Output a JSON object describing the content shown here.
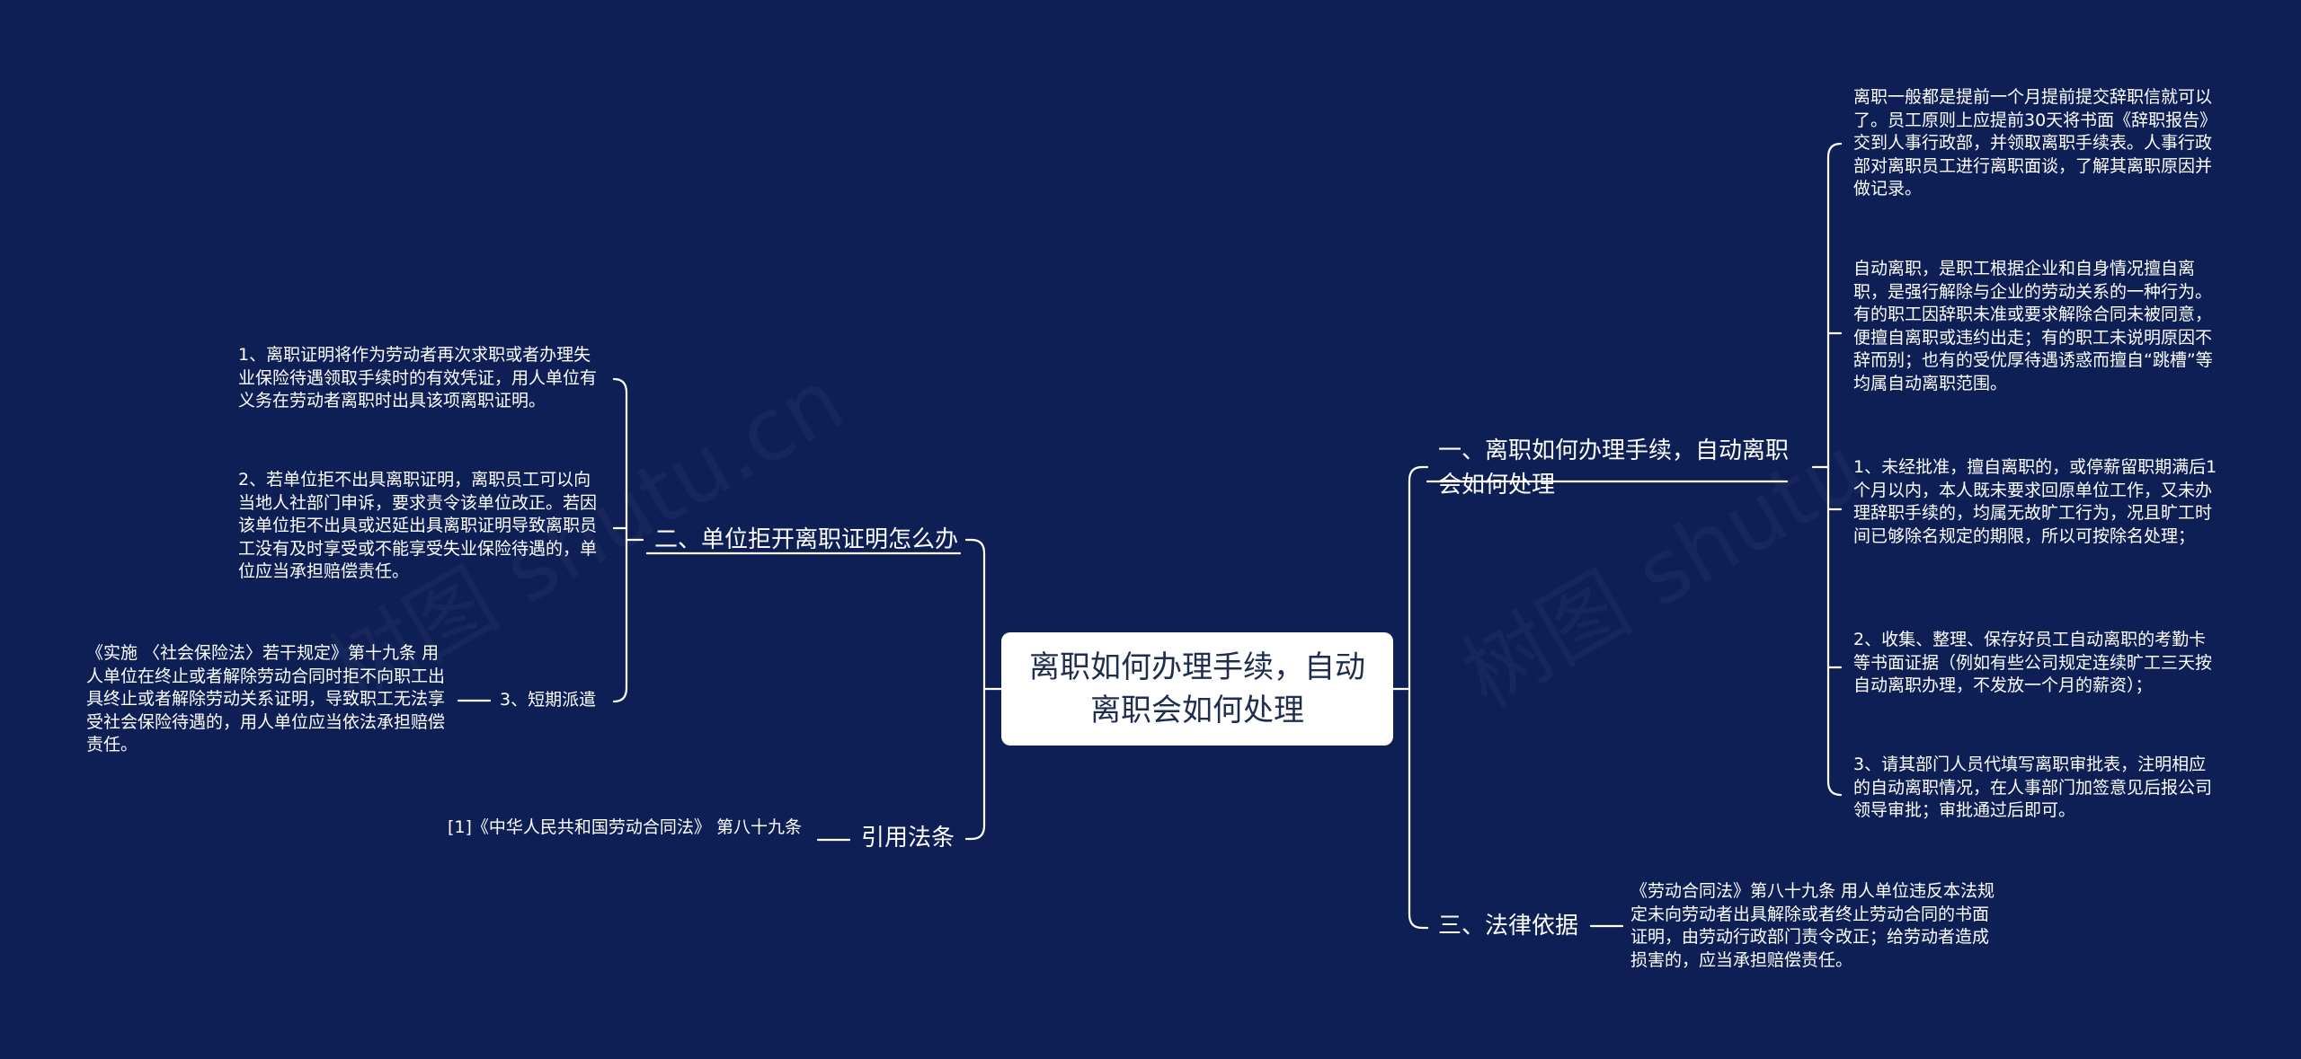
{
  "root": {
    "title": "离职如何办理手续，自动离职会如何处理"
  },
  "watermark": [
    "树图 shutu.cn",
    "树图 shutu"
  ],
  "right": {
    "b1": {
      "label_line1": "一、离职如何办理手续，自动离职",
      "label_line2": "会如何处理",
      "leaves": [
        "离职一般都是提前一个月提前提交辞职信就可以了。员工原则上应提前30天将书面《辞职报告》交到人事行政部，并领取离职手续表。人事行政部对离职员工进行离职面谈，了解其离职原因并做记录。",
        "自动离职，是职工根据企业和自身情况擅自离职，是强行解除与企业的劳动关系的一种行为。有的职工因辞职未准或要求解除合同未被同意，便擅自离职或违约出走；有的职工未说明原因不辞而别；也有的受优厚待遇诱惑而擅自“跳槽”等均属自动离职范围。",
        "1、未经批准，擅自离职的，或停薪留职期满后1个月以内，本人既未要求回原单位工作，又未办理辞职手续的，均属无故旷工行为，况且旷工时间已够除名规定的期限，所以可按除名处理；",
        "2、收集、整理、保存好员工自动离职的考勤卡等书面证据（例如有些公司规定连续旷工三天按自动离职办理，不发放一个月的薪资）；",
        "3、请其部门人员代填写离职审批表，注明相应的自动离职情况，在人事部门加签意见后报公司领导审批；审批通过后即可。"
      ]
    },
    "b3": {
      "label": "三、法律依据",
      "leaf": "《劳动合同法》第八十九条 用人单位违反本法规定未向劳动者出具解除或者终止劳动合同的书面证明，由劳动行政部门责令改正；给劳动者造成损害的，应当承担赔偿责任。"
    }
  },
  "left": {
    "b2": {
      "label": "二、单位拒开离职证明怎么办",
      "leaves": [
        "1、离职证明将作为劳动者再次求职或者办理失业保险待遇领取手续时的有效凭证，用人单位有义务在劳动者离职时出具该项离职证明。",
        "2、若单位拒不出具离职证明，离职员工可以向当地人社部门申诉，要求责令该单位改正。若因该单位拒不出具或迟延出具离职证明导致离职员工没有及时享受或不能享受失业保险待遇的，单位应当承担赔偿责任。",
        "3、短期派遣"
      ],
      "subleaf": "《实施 〈社会保险法〉若干规定》第十九条 用人单位在终止或者解除劳动合同时拒不向职工出具终止或者解除劳动关系证明，导致职工无法享受社会保险待遇的，用人单位应当依法承担赔偿责任。"
    },
    "ref": {
      "label": "引用法条",
      "leaf": "[1]《中华人民共和国劳动合同法》 第八十九条"
    }
  },
  "colors": {
    "background": "#0e1f56",
    "line": "#ffffff",
    "root_bg": "#ffffff",
    "root_text": "#1f2d4f"
  }
}
